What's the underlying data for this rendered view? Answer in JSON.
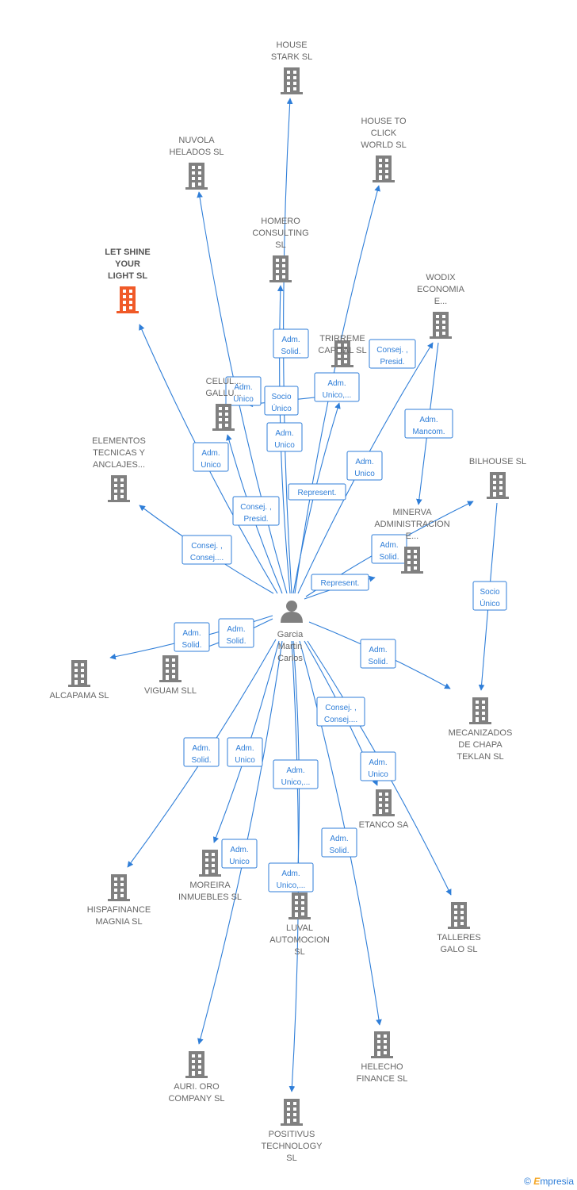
{
  "colors": {
    "edge": "#2f7ed8",
    "building": "#808080",
    "highlight": "#f05a28",
    "person": "#808080"
  },
  "person": {
    "name": [
      "Garcia",
      "Martin",
      "Carlos"
    ],
    "icon": "person-icon"
  },
  "companies": [
    {
      "id": "house-stark",
      "lines": [
        "HOUSE",
        "STARK  SL"
      ]
    },
    {
      "id": "house-to-click",
      "lines": [
        "HOUSE TO",
        "CLICK",
        "WORLD SL"
      ]
    },
    {
      "id": "nuvola",
      "lines": [
        "NUVOLA",
        "HELADOS SL"
      ]
    },
    {
      "id": "homero",
      "lines": [
        "HOMERO",
        "CONSULTING",
        "SL"
      ]
    },
    {
      "id": "let-shine",
      "lines": [
        "LET SHINE",
        "YOUR",
        "LIGHT  SL"
      ],
      "highlight": true
    },
    {
      "id": "wodix",
      "lines": [
        "WODIX",
        "ECONOMIA",
        "E..."
      ]
    },
    {
      "id": "trirreme",
      "lines": [
        "TRIRREME",
        "CAPITAL  SL"
      ]
    },
    {
      "id": "celulosas",
      "lines": [
        "CELUL...",
        "GALLU..."
      ]
    },
    {
      "id": "elementos",
      "lines": [
        "ELEMENTOS",
        "TECNICAS Y",
        "ANCLAJES..."
      ]
    },
    {
      "id": "bilhouse",
      "lines": [
        "BILHOUSE  SL"
      ]
    },
    {
      "id": "minerva",
      "lines": [
        "MINERVA",
        "ADMINISTRACION",
        "E..."
      ]
    },
    {
      "id": "alcapama",
      "lines": [
        "ALCAPAMA SL"
      ]
    },
    {
      "id": "viguam",
      "lines": [
        "VIGUAM  SLL"
      ]
    },
    {
      "id": "mecanizados",
      "lines": [
        "MECANIZADOS",
        "DE CHAPA",
        "TEKLAN  SL"
      ]
    },
    {
      "id": "etanco",
      "lines": [
        "ETANCO SA"
      ]
    },
    {
      "id": "hispafinance",
      "lines": [
        "HISPAFINANCE",
        "MAGNIA  SL"
      ]
    },
    {
      "id": "moreira",
      "lines": [
        "MOREIRA",
        "INMUEBLES SL"
      ]
    },
    {
      "id": "luval",
      "lines": [
        "LUVAL",
        "AUTOMOCION",
        "SL"
      ]
    },
    {
      "id": "talleres",
      "lines": [
        "TALLERES",
        "GALO SL"
      ]
    },
    {
      "id": "helecho",
      "lines": [
        "HELECHO",
        "FINANCE  SL"
      ]
    },
    {
      "id": "auri",
      "lines": [
        "AURI.  ORO",
        "COMPANY SL"
      ]
    },
    {
      "id": "positivus",
      "lines": [
        "POSITIVUS",
        "TECHNOLOGY",
        "SL"
      ]
    }
  ],
  "edges": [
    {
      "to": "house-stark",
      "label": [
        "Adm.",
        "Solid."
      ]
    },
    {
      "to": "house-to-click",
      "label": [
        "Adm.",
        "Unico,..."
      ]
    },
    {
      "to": "nuvola",
      "label": [
        "Adm.",
        "Unico"
      ]
    },
    {
      "to": "homero",
      "label": [
        "Adm.",
        "Unico"
      ]
    },
    {
      "to": "let-shine",
      "label": [
        "Adm.",
        "Unico"
      ]
    },
    {
      "to": "wodix",
      "label": [
        "Adm.",
        "Unico"
      ]
    },
    {
      "to": "trirreme",
      "label": [
        "Represent."
      ]
    },
    {
      "to": "celulosas",
      "label": [
        "Consej. ,",
        "Presid."
      ]
    },
    {
      "to": "elementos",
      "label": [
        "Consej. ,",
        "Consej...."
      ]
    },
    {
      "to": "bilhouse",
      "label": [
        "Adm.",
        "Solid."
      ]
    },
    {
      "to": "minerva",
      "label": [
        "Represent."
      ]
    },
    {
      "to": "alcapama",
      "label": [
        "Adm.",
        "Solid."
      ]
    },
    {
      "to": "viguam",
      "label": [
        "Adm.",
        "Solid."
      ]
    },
    {
      "to": "mecanizados",
      "label": [
        "Adm.",
        "Solid."
      ]
    },
    {
      "to": "etanco",
      "label": [
        "Consej. ,",
        "Consej...."
      ]
    },
    {
      "to": "hispafinance",
      "label": [
        "Adm.",
        "Solid."
      ]
    },
    {
      "to": "moreira",
      "label": [
        "Adm.",
        "Unico"
      ]
    },
    {
      "to": "luval",
      "label": [
        "Adm.",
        "Unico,..."
      ]
    },
    {
      "to": "talleres",
      "label": [
        "Adm.",
        "Unico"
      ]
    },
    {
      "to": "helecho",
      "label": [
        "Adm.",
        "Solid."
      ]
    },
    {
      "to": "auri",
      "label": [
        "Adm.",
        "Unico"
      ]
    },
    {
      "to": "positivus",
      "label": [
        "Adm.",
        "Unico,..."
      ]
    }
  ],
  "company_edges": [
    {
      "from": "trirreme",
      "to": "celulosas",
      "label": [
        "Socio",
        "Único"
      ]
    },
    {
      "from": "wodix",
      "to": "minerva",
      "label": [
        "Adm.",
        "Mancom."
      ]
    },
    {
      "from": "wodix",
      "to": "trirreme",
      "label": [
        "Consej. ,",
        "Presid."
      ]
    },
    {
      "from": "bilhouse",
      "to": "mecanizados",
      "label": [
        "Socio",
        "Único"
      ]
    }
  ],
  "brand": {
    "copyright": "©",
    "name": "mpresia",
    "initial": "E"
  }
}
